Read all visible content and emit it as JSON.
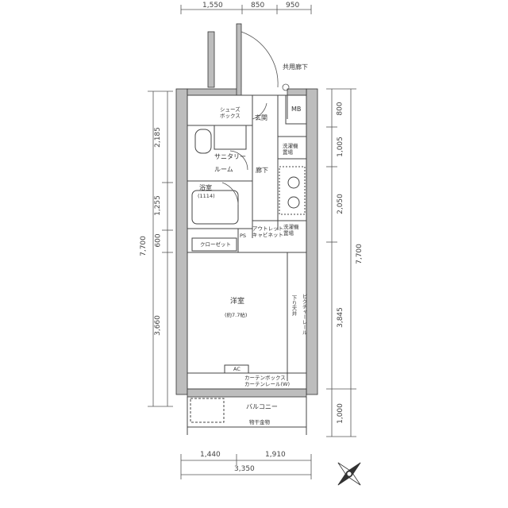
{
  "dimensions": {
    "top": [
      "1,550",
      "850",
      "950"
    ],
    "bottom_segments": [
      "1,440",
      "1,910"
    ],
    "bottom_total": "3,350",
    "left_segments": [
      "2,185",
      "1,255",
      "600",
      "3,660"
    ],
    "left_total": "7,700",
    "right_segments": [
      "800",
      "1,005",
      "2,050",
      "3,845",
      "1,000"
    ],
    "right_total": "7,700"
  },
  "rooms": {
    "common_corridor": "共用廊下",
    "entrance": "玄関",
    "shoe_box": "シューズ\nボックス",
    "mb": "MB",
    "washer": "洗濯機\n置場",
    "sanitary": "サニタリー\nルーム",
    "corridor": "廊下",
    "bath": "浴室",
    "bath_size": "(1114)",
    "outlet": "アウトレット\nキャビネット",
    "laundry_room": "洗濯機\n置場",
    "closet": "クローゼット",
    "ps": "PS",
    "western_room": "洋室",
    "western_size": "(約7.7帖)",
    "dropped_ceiling": "下り天井",
    "curtain_box": "カーテンボックス",
    "curtain_rail": "カーテンレール(W)",
    "ac": "AC",
    "balcony": "バルコニー",
    "handrail": "物干金物",
    "picture_rail": "ピクチャーレール"
  }
}
